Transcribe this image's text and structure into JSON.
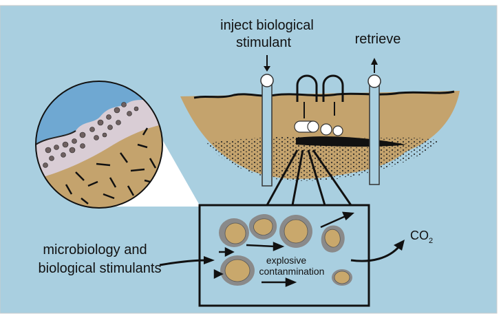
{
  "colors": {
    "background": "#a9cfe0",
    "soil": "#c4a36d",
    "water": "#6fa8d2",
    "well": "#a9cfe0",
    "contaminant_halo": "#8a8a8a",
    "particle": "#c9a86c",
    "highlight_beam": "#ffffff"
  },
  "labels": {
    "inject": [
      "inject biological",
      "stimulant"
    ],
    "retrieve": "retrieve",
    "microbiology": [
      "microbiology and",
      "biological stimulants"
    ],
    "explosive": [
      "explosive",
      "contanmination"
    ],
    "co2": "CO",
    "co2_sub": "2"
  },
  "icons": [
    "inject-arrow-icon",
    "retrieve-arrow-icon",
    "co2-arrow-icon",
    "microbiology-arrow-icon"
  ]
}
